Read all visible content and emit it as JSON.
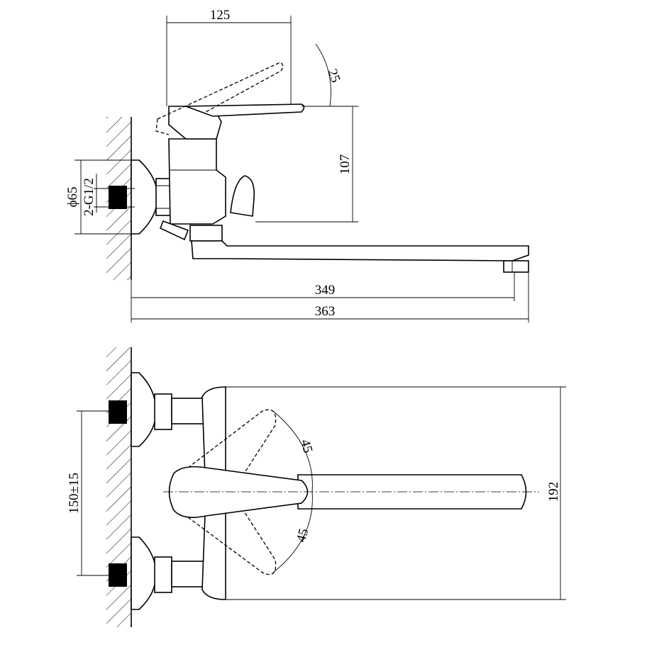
{
  "title": "Wall-mounted mixer dimension drawing",
  "side_view": {
    "lever_reach": "125",
    "lever_angle": "25",
    "height": "107",
    "escutcheon_diameter": "ϕ65",
    "thread": "2-G1/2",
    "spout_reach": "349",
    "total_length": "363"
  },
  "top_view": {
    "center_distance": "150±15",
    "angle_up": "45",
    "angle_down": "45",
    "depth": "192"
  }
}
